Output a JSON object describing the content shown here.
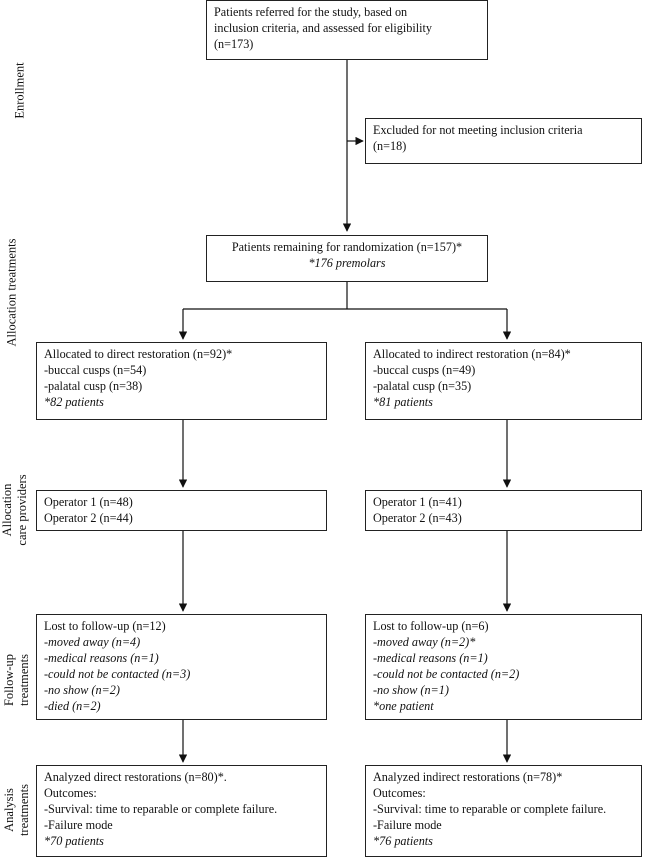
{
  "stages": {
    "enrollment": [
      "Enrollment"
    ],
    "allocation_treatments": [
      "Allocation treatments"
    ],
    "allocation_care_providers": [
      "Allocation",
      "care providers"
    ],
    "follow_up": [
      "Follow-up",
      "treatments"
    ],
    "analysis": [
      "Analysis",
      "treatments"
    ]
  },
  "boxes": {
    "referred": {
      "lines": [
        {
          "text": "Patients referred for the study, based on",
          "italic": false
        },
        {
          "text": "inclusion criteria, and assessed for eligibility",
          "italic": false
        },
        {
          "text": "(n=173)",
          "italic": false
        }
      ]
    },
    "excluded": {
      "lines": [
        {
          "text": "Excluded for not meeting inclusion criteria",
          "italic": false
        },
        {
          "text": "(n=18)",
          "italic": false
        }
      ]
    },
    "randomization": {
      "lines": [
        {
          "text": "Patients remaining for randomization (n=157)*",
          "italic": false
        },
        {
          "text": "*176 premolars",
          "italic": true
        }
      ]
    },
    "direct_alloc": {
      "lines": [
        {
          "text": "Allocated to direct restoration (n=92)*",
          "italic": false
        },
        {
          "text": "-buccal cusps (n=54)",
          "italic": false
        },
        {
          "text": "-palatal cusp (n=38)",
          "italic": false
        },
        {
          "text": "*82 patients",
          "italic": true
        }
      ]
    },
    "indirect_alloc": {
      "lines": [
        {
          "text": "Allocated to indirect restoration (n=84)*",
          "italic": false
        },
        {
          "text": "-buccal cusps (n=49)",
          "italic": false
        },
        {
          "text": "-palatal cusp (n=35)",
          "italic": false
        },
        {
          "text": "*81 patients",
          "italic": true
        }
      ]
    },
    "direct_operators": {
      "lines": [
        {
          "text": "Operator 1 (n=48)",
          "italic": false
        },
        {
          "text": "Operator 2 (n=44)",
          "italic": false
        }
      ]
    },
    "indirect_operators": {
      "lines": [
        {
          "text": "Operator 1 (n=41)",
          "italic": false
        },
        {
          "text": "Operator 2 (n=43)",
          "italic": false
        }
      ]
    },
    "direct_lost": {
      "lines": [
        {
          "text": "Lost to follow-up (n=12)",
          "italic": false
        },
        {
          "text": "-moved away (n=4)",
          "italic": true
        },
        {
          "text": "-medical reasons (n=1)",
          "italic": true
        },
        {
          "text": "-could not be contacted (n=3)",
          "italic": true
        },
        {
          "text": "-no show (n=2)",
          "italic": true
        },
        {
          "text": "-died (n=2)",
          "italic": true
        }
      ]
    },
    "indirect_lost": {
      "lines": [
        {
          "text": "Lost to follow-up (n=6)",
          "italic": false
        },
        {
          "text": "-moved away (n=2)*",
          "italic": true
        },
        {
          "text": "-medical reasons (n=1)",
          "italic": true
        },
        {
          "text": "-could not be contacted (n=2)",
          "italic": true
        },
        {
          "text": "-no show (n=1)",
          "italic": true
        },
        {
          "text": "*one patient",
          "italic": true
        }
      ]
    },
    "direct_analyzed": {
      "lines": [
        {
          "text": "Analyzed direct restorations (n=80)*.",
          "italic": false
        },
        {
          "text": "Outcomes:",
          "italic": false
        },
        {
          "text": "-Survival: time to reparable or complete failure.",
          "italic": false
        },
        {
          "text": "-Failure mode",
          "italic": false
        },
        {
          "text": "*70 patients",
          "italic": true
        }
      ]
    },
    "indirect_analyzed": {
      "lines": [
        {
          "text": "Analyzed indirect restorations (n=78)*",
          "italic": false
        },
        {
          "text": "Outcomes:",
          "italic": false
        },
        {
          "text": "-Survival: time to reparable or complete failure.",
          "italic": false
        },
        {
          "text": "-Failure mode",
          "italic": false
        },
        {
          "text": "*76 patients",
          "italic": true
        }
      ]
    }
  }
}
